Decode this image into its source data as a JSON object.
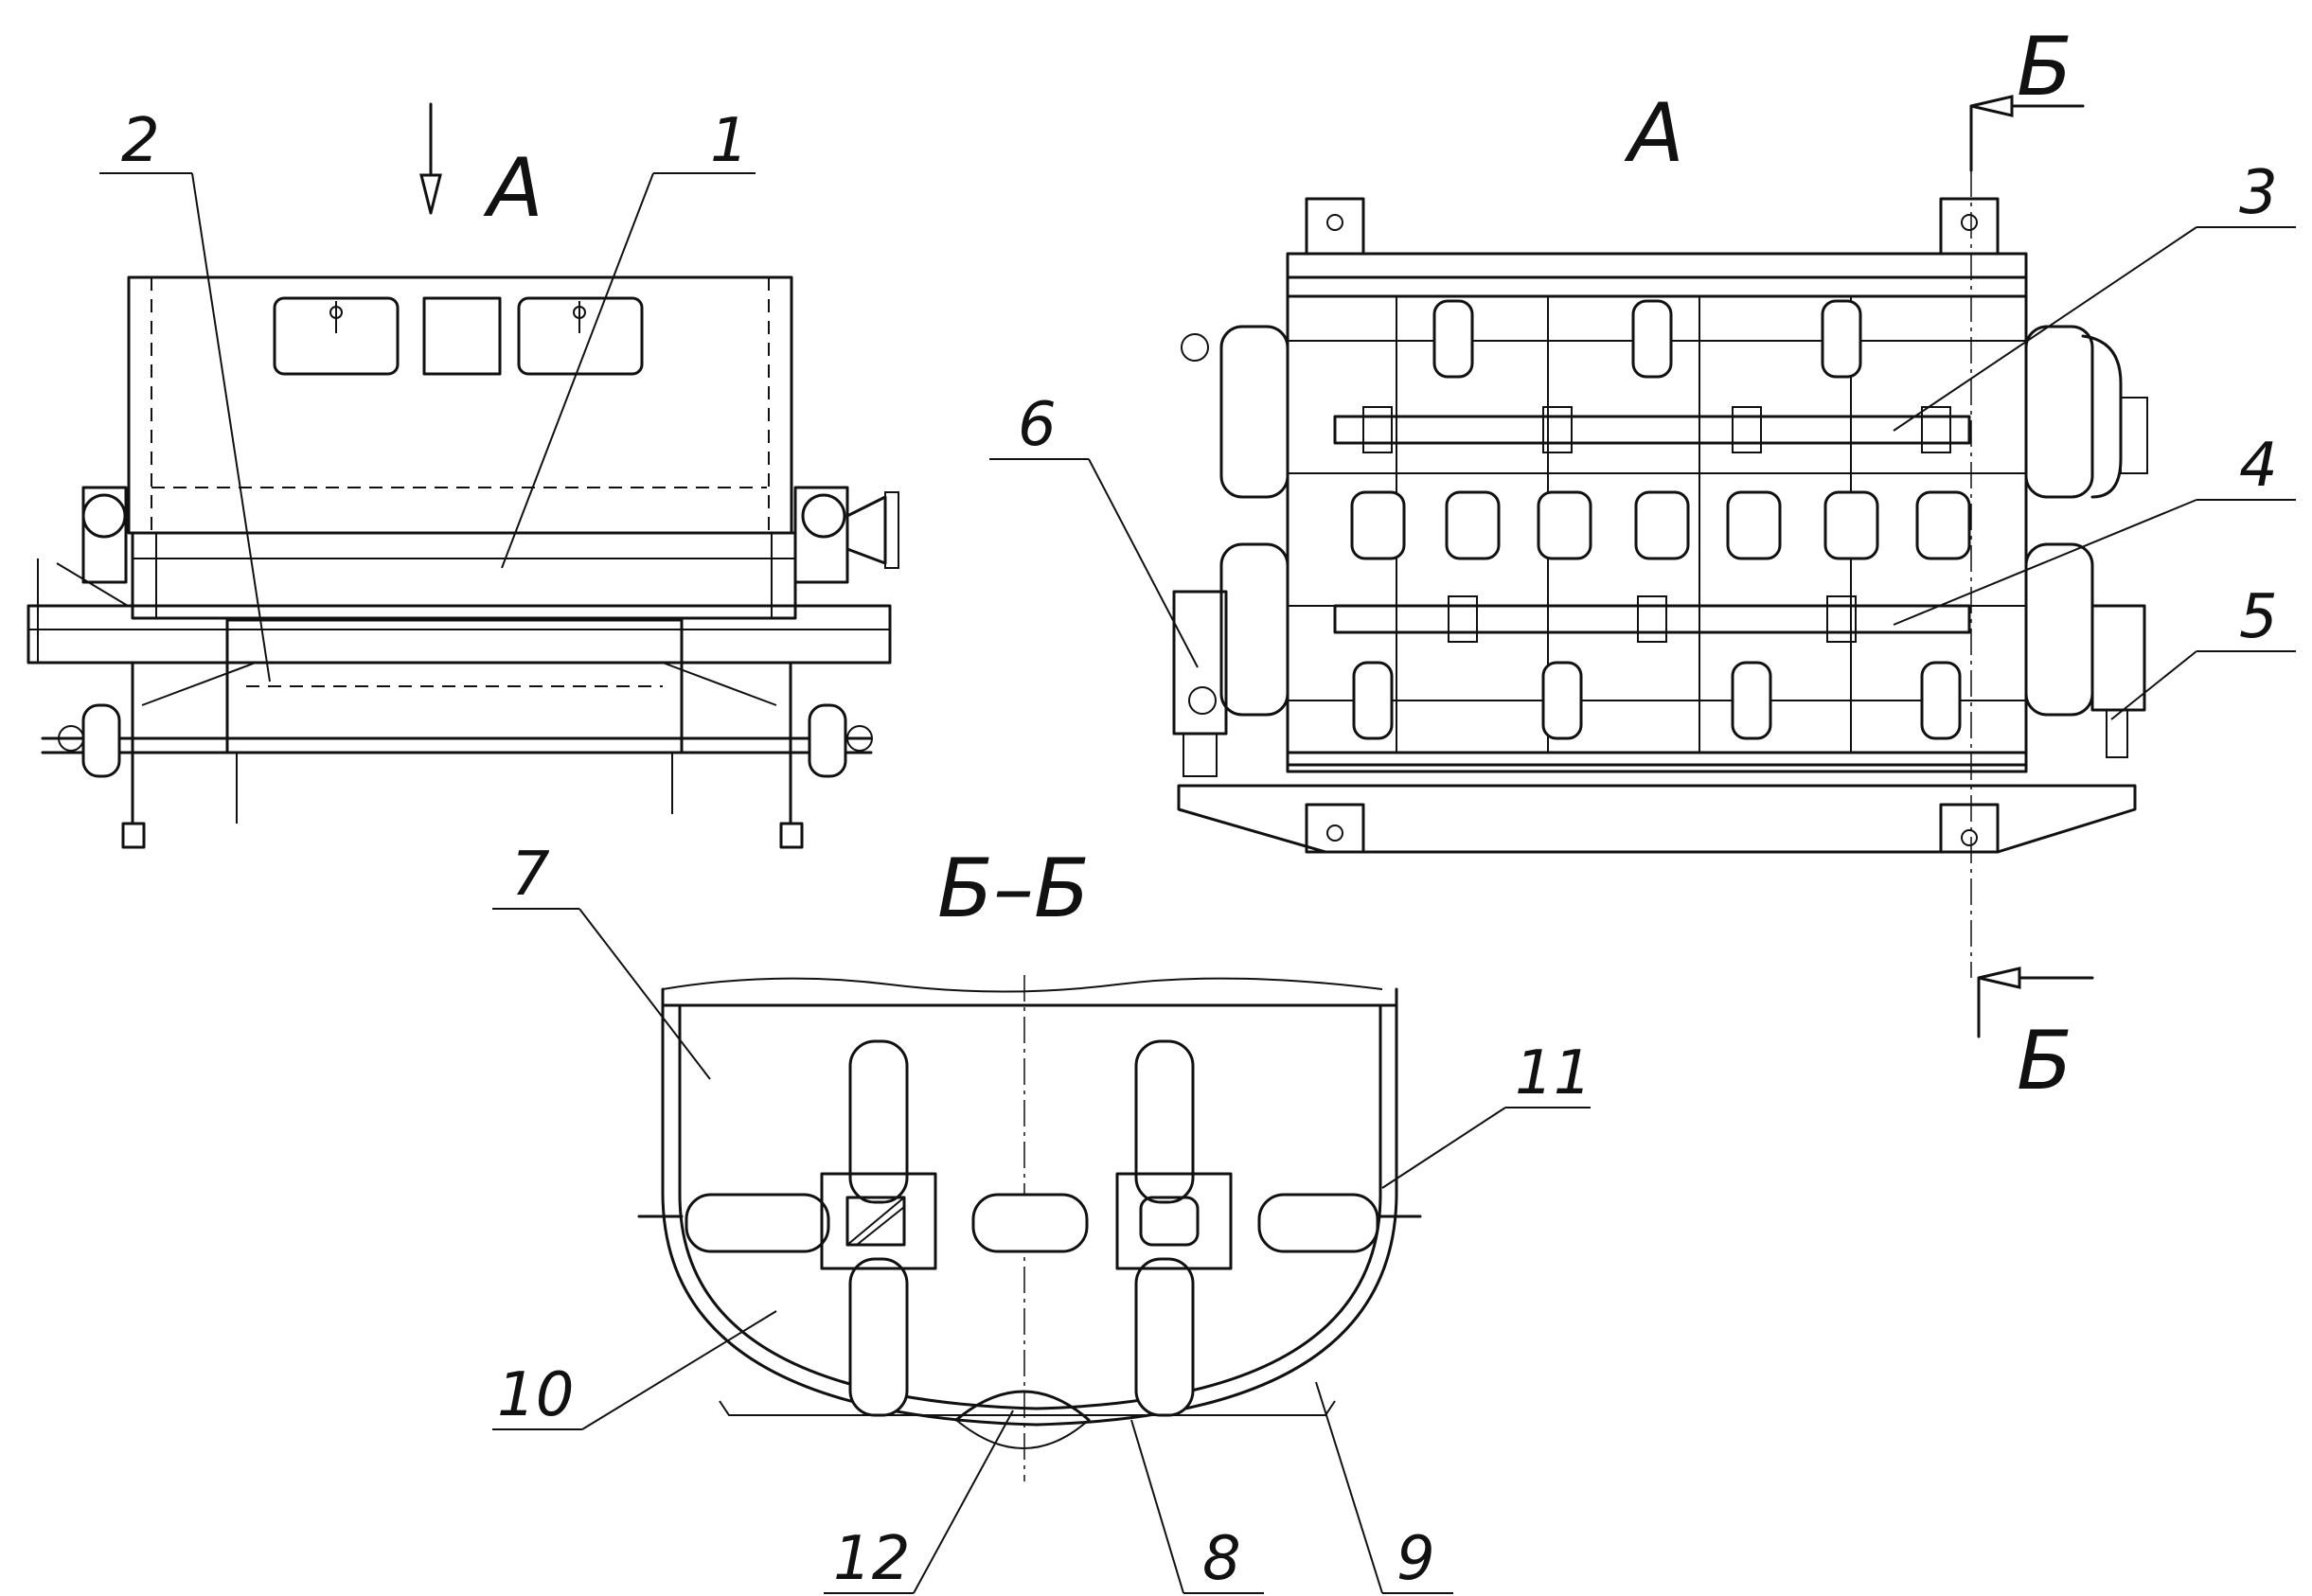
{
  "view_labels": {
    "view_a_left": "А",
    "view_a_right": "А",
    "section_title": "Б–Б",
    "section_mark_top": "Б",
    "section_mark_bottom": "Б"
  },
  "callouts": [
    "1",
    "2",
    "3",
    "4",
    "5",
    "6",
    "7",
    "8",
    "9",
    "10",
    "11",
    "12"
  ]
}
